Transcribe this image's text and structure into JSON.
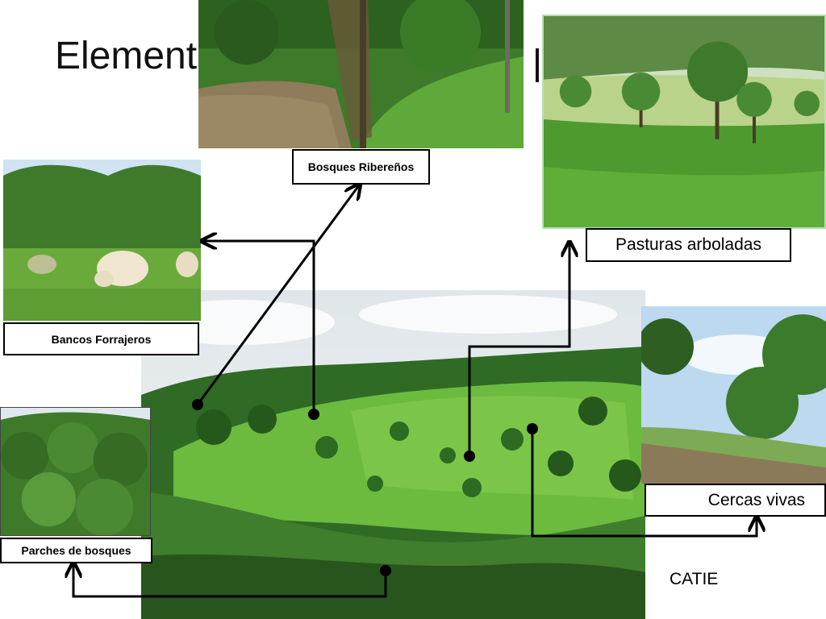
{
  "slide": {
    "title": "Element",
    "credit": "CATIE"
  },
  "labels": {
    "riparian": "Bosques Ribereños",
    "pastures": "Pasturas arboladas",
    "fodder": "Bancos Forrajeros",
    "fences": "Cercas vivas",
    "patches": "Parches de bosques"
  },
  "colors": {
    "grass": "#5fa83a",
    "forest": "#2f6b25",
    "sky": "#cfe3f2",
    "water": "#8f7c5a",
    "connector": "#000000"
  }
}
